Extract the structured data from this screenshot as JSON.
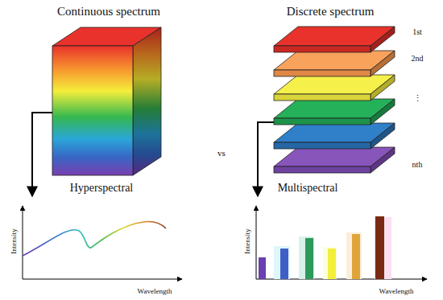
{
  "diagram": {
    "labels": [
      "Continuous spectrum",
      "Discrete spectrum",
      "1st",
      "2nd",
      "⋮",
      "nth",
      "vs",
      "Hyperspectral",
      "Multispectral",
      "Intensity",
      "Wavelength",
      "Intensity",
      "Wavelength"
    ]
  }
}
